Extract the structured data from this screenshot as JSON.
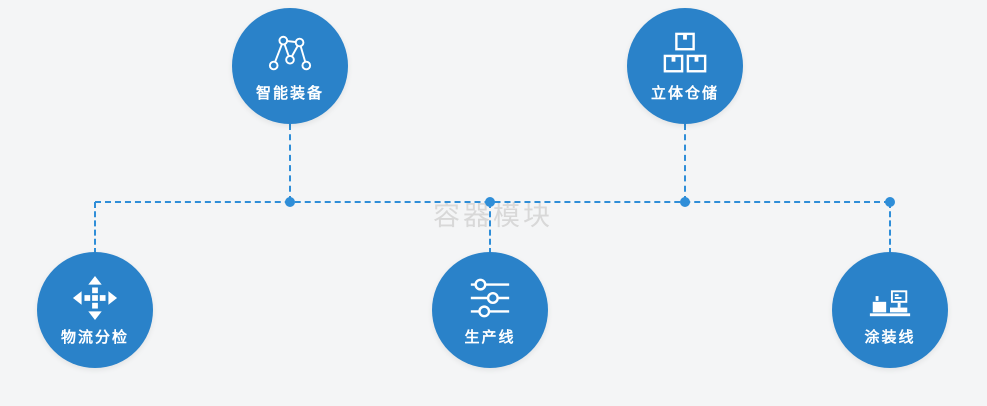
{
  "watermark": "容器模块",
  "colors": {
    "circle": "#2a82c9",
    "connector": "#2f8ed8",
    "background": "#f4f5f6",
    "icon": "#ffffff",
    "watermark": "#d8d8d8"
  },
  "nodes": [
    {
      "label": "智能装备",
      "icon": "network-nodes-icon"
    },
    {
      "label": "立体仓储",
      "icon": "stacked-boxes-icon"
    },
    {
      "label": "物流分检",
      "icon": "cross-arrows-icon"
    },
    {
      "label": "生产线",
      "icon": "sliders-icon"
    },
    {
      "label": "涂装线",
      "icon": "painting-machine-icon"
    }
  ]
}
